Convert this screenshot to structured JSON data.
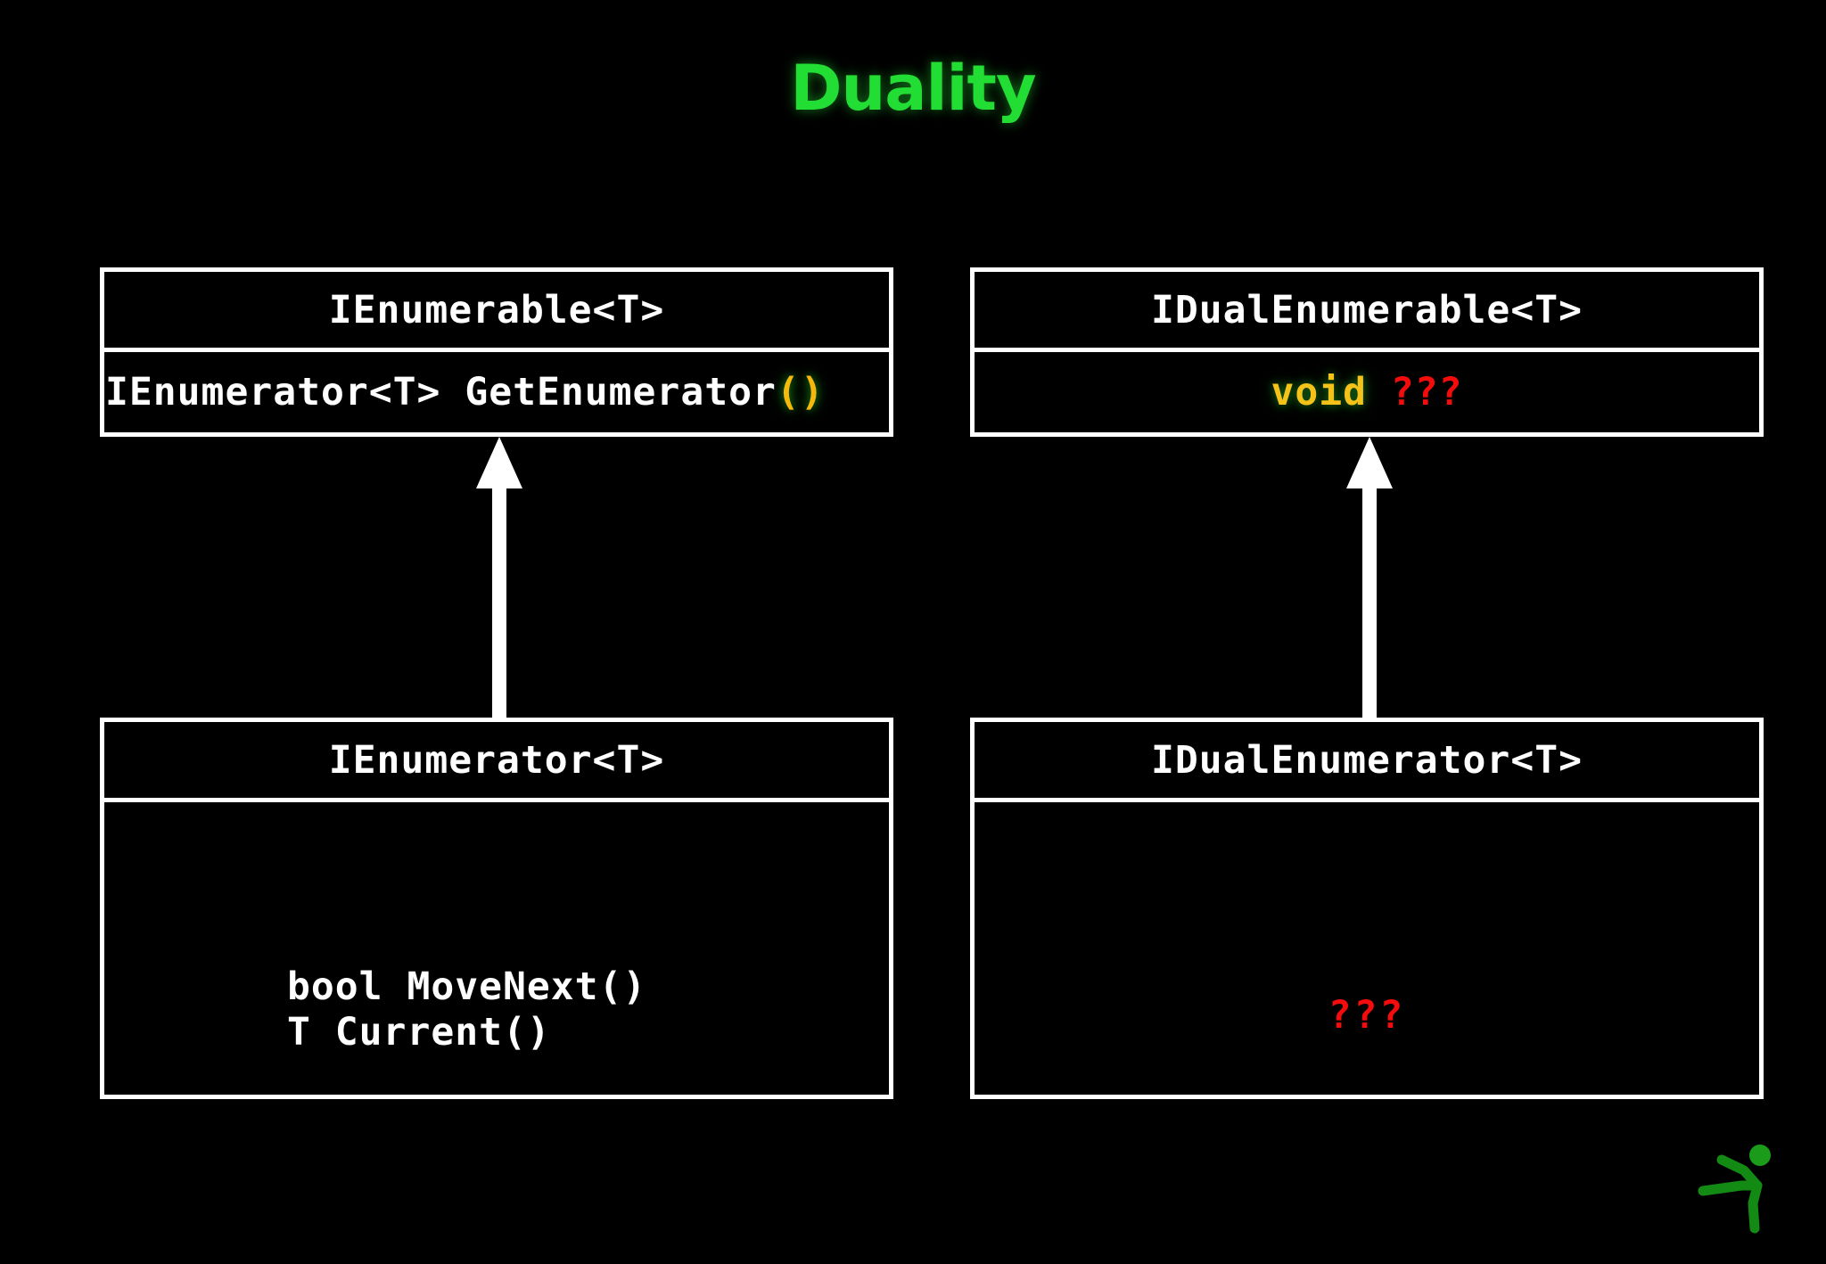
{
  "slide": {
    "title": "Duality",
    "title_color": "#22dd33",
    "background_color": "#000000"
  },
  "colors": {
    "box_border": "#ffffff",
    "text": "#ffffff",
    "keyword_gold": "#f5c21a",
    "paren_gold": "#f5b90c",
    "unknown_red": "#f40b0b",
    "logo_green": "#138a13"
  },
  "diagram": {
    "type": "uml-class-diagram",
    "columns": [
      {
        "name": "existing",
        "boxes": [
          {
            "id": "ienumerable",
            "header": "IEnumerable<T>",
            "members": [
              {
                "parts": [
                  {
                    "text": "IEnumerator<T> GetEnumerator",
                    "style": "plain"
                  },
                  {
                    "text": "()",
                    "style": "paren-gold"
                  }
                ]
              }
            ]
          },
          {
            "id": "ienumerator",
            "header": "IEnumerator<T>",
            "members": [
              {
                "parts": [
                  {
                    "text": "bool MoveNext()",
                    "style": "plain"
                  }
                ]
              },
              {
                "parts": [
                  {
                    "text": "T Current()",
                    "style": "plain"
                  }
                ]
              }
            ]
          }
        ]
      },
      {
        "name": "dual",
        "boxes": [
          {
            "id": "idualenumerable",
            "header": "IDualEnumerable<T>",
            "members": [
              {
                "parts": [
                  {
                    "text": "void",
                    "style": "kw-void"
                  },
                  {
                    "text": " ",
                    "style": "plain"
                  },
                  {
                    "text": "???",
                    "style": "unknown-red"
                  }
                ]
              }
            ]
          },
          {
            "id": "idualenumerator",
            "header": "IDualEnumerator<T>",
            "members": [
              {
                "parts": [
                  {
                    "text": "???",
                    "style": "unknown-red"
                  }
                ]
              }
            ]
          }
        ]
      }
    ],
    "relations": [
      {
        "id": "arrow-left",
        "kind": "generalization",
        "from": "ienumerator",
        "to": "ienumerable",
        "direction": "up"
      },
      {
        "id": "arrow-right",
        "kind": "generalization",
        "from": "idualenumerator",
        "to": "idualenumerable",
        "direction": "up"
      }
    ]
  },
  "boxes": {
    "ienumerable": {
      "header": "IEnumerable<T>",
      "method_prefix": "IEnumerator<T> GetEnumerator",
      "method_parens": "()"
    },
    "idualenumerable": {
      "header": "IDualEnumerable<T>",
      "keyword": "void",
      "unknown": "???"
    },
    "ienumerator": {
      "header": "IEnumerator<T>",
      "method_1": "bool MoveNext()",
      "method_2": "T Current()"
    },
    "idualenumerator": {
      "header": "IDualEnumerator<T>",
      "unknown": "???"
    }
  },
  "footer": {
    "logo_name": "running-figure-logo"
  }
}
